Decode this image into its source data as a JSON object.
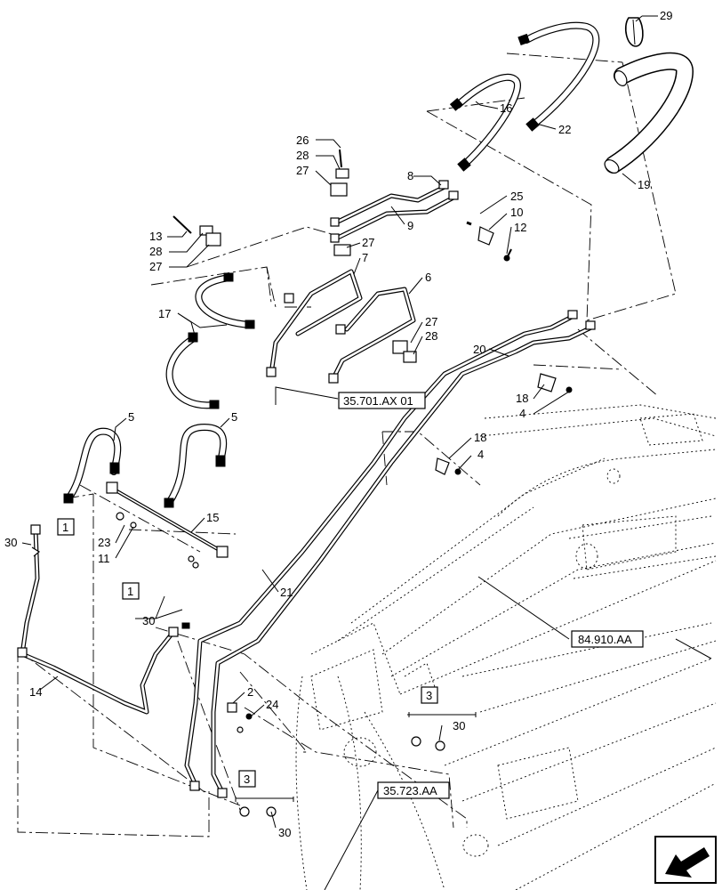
{
  "callouts": [
    {
      "id": "c29",
      "text": "29"
    },
    {
      "id": "c16",
      "text": "16"
    },
    {
      "id": "c22",
      "text": "22"
    },
    {
      "id": "c19",
      "text": "19"
    },
    {
      "id": "c26",
      "text": "26"
    },
    {
      "id": "c28a",
      "text": "28"
    },
    {
      "id": "c27a",
      "text": "27"
    },
    {
      "id": "c8",
      "text": "8"
    },
    {
      "id": "c9",
      "text": "9"
    },
    {
      "id": "c25",
      "text": "25"
    },
    {
      "id": "c10",
      "text": "10"
    },
    {
      "id": "c12",
      "text": "12"
    },
    {
      "id": "c13",
      "text": "13"
    },
    {
      "id": "c28b",
      "text": "28"
    },
    {
      "id": "c27b",
      "text": "27"
    },
    {
      "id": "c27c",
      "text": "27"
    },
    {
      "id": "c7",
      "text": "7"
    },
    {
      "id": "c6",
      "text": "6"
    },
    {
      "id": "c17",
      "text": "17"
    },
    {
      "id": "c27d",
      "text": "27"
    },
    {
      "id": "c28c",
      "text": "28"
    },
    {
      "id": "c20",
      "text": "20"
    },
    {
      "id": "c18a",
      "text": "18"
    },
    {
      "id": "c4a",
      "text": "4"
    },
    {
      "id": "c5a",
      "text": "5"
    },
    {
      "id": "c5b",
      "text": "5"
    },
    {
      "id": "c18b",
      "text": "18"
    },
    {
      "id": "c4b",
      "text": "4"
    },
    {
      "id": "c15",
      "text": "15"
    },
    {
      "id": "c30a",
      "text": "30"
    },
    {
      "id": "c23",
      "text": "23"
    },
    {
      "id": "c11",
      "text": "11"
    },
    {
      "id": "c21",
      "text": "21"
    },
    {
      "id": "c30b",
      "text": "30"
    },
    {
      "id": "c14",
      "text": "14"
    },
    {
      "id": "c2",
      "text": "2"
    },
    {
      "id": "c24",
      "text": "24"
    },
    {
      "id": "c30c",
      "text": "30"
    },
    {
      "id": "c30d",
      "text": "30"
    }
  ],
  "boxed_labels": [
    {
      "id": "b1a",
      "text": "1"
    },
    {
      "id": "b1b",
      "text": "1"
    },
    {
      "id": "b3a",
      "text": "3"
    },
    {
      "id": "b3b",
      "text": "3"
    }
  ],
  "references": [
    {
      "id": "r1",
      "text": "35.701.AX 01"
    },
    {
      "id": "r2",
      "text": "84.910.AA"
    },
    {
      "id": "r3",
      "text": "35.723.AA"
    }
  ],
  "nav_icon": "arrow-next-page-icon"
}
